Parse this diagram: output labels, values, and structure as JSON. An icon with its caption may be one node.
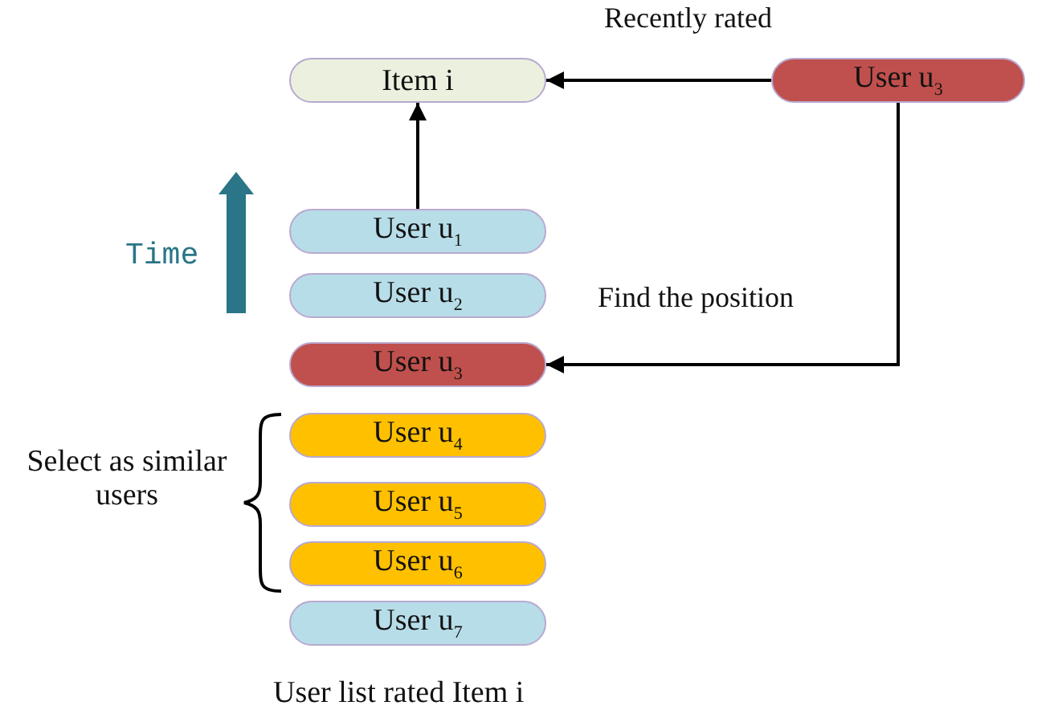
{
  "diagram": {
    "caption": "User list rated Item i",
    "nodes": [
      {
        "text": [
          "Item i"
        ]
      },
      {
        "text": [
          "User u$_{3}$"
        ]
      },
      {
        "text": [
          "User u$_{1}$"
        ]
      },
      {
        "text": [
          "User u$_{2}$"
        ]
      },
      {
        "text": [
          "User u$_{3}$"
        ]
      },
      {
        "text": [
          "User u$_{4}$"
        ]
      },
      {
        "text": [
          "User u$_{5}$"
        ]
      },
      {
        "text": [
          "User u$_{6}$"
        ]
      },
      {
        "text": [
          "User u$_{7}$"
        ]
      }
    ],
    "edges": [
      {
        "from": 1,
        "to": 0,
        "arrow": "to",
        "label": "Recently rated"
      },
      {
        "from": 2,
        "to": 0,
        "arrow": "to"
      },
      {
        "from": 1,
        "to": 4,
        "arrow": "to",
        "label": "Find the position"
      }
    ],
    "labels": [
      "Time",
      "Select as similar users"
    ]
  }
}
